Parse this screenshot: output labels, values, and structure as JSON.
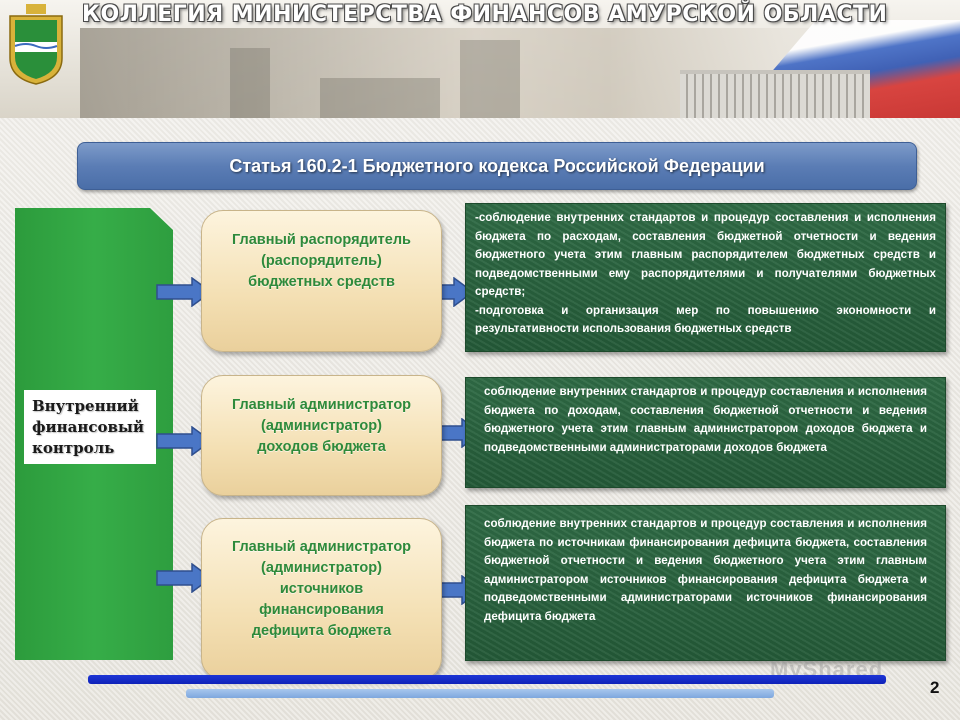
{
  "header": {
    "title": "КОЛЛЕГИЯ МИНИСТЕРСТВА ФИНАНСОВ АМУРСКОЙ ОБЛАСТИ"
  },
  "banner": {
    "text": "Статья 160.2-1 Бюджетного кодекса Российской Федерации"
  },
  "left_panel": {
    "label_lines": [
      "Внутренний",
      "финансовый",
      "контроль"
    ]
  },
  "roles": [
    {
      "lines": [
        "Главный распорядитель",
        "(распорядитель)",
        "бюджетных средств"
      ],
      "description": [
        "-соблюдение внутренних стандартов и процедур составления и исполнения бюджета по расходам, составления бюджетной отчетности и ведения бюджетного учета этим главным распорядителем бюджетных средств и подведомственными ему распорядителями и получателями бюджетных средств;",
        "-подготовка и организация мер по повышению экономности и результативности использования бюджетных средств"
      ]
    },
    {
      "lines": [
        "Главный администратор",
        "(администратор)",
        "доходов бюджета"
      ],
      "description": [
        "соблюдение внутренних стандартов и процедур составления и исполнения бюджета по доходам, составления бюджетной отчетности и ведения бюджетного учета этим главным администратором доходов бюджета и подведомственными администраторами доходов бюджета"
      ]
    },
    {
      "lines": [
        "Главный администратор",
        "(администратор)",
        "источников",
        "финансирования",
        "дефицита бюджета"
      ],
      "description": [
        "соблюдение внутренних стандартов и процедур составления и исполнения бюджета по источникам финансирования дефицита бюджета, составления бюджетной отчетности и ведения бюджетного учета этим главным администратором источников финансирования дефицита бюджета и подведомственными администраторами источников финансирования дефицита бюджета"
      ]
    }
  ],
  "footer": {
    "page_number": "2",
    "watermark": "MyShared"
  },
  "colors": {
    "banner": "#5b7db5",
    "green_panel": "#36ad48",
    "role_text": "#2e8a3b",
    "desc_bg": "#2f6b45",
    "bar_dark": "#1d35d6",
    "bar_light": "#a8c7ee"
  }
}
